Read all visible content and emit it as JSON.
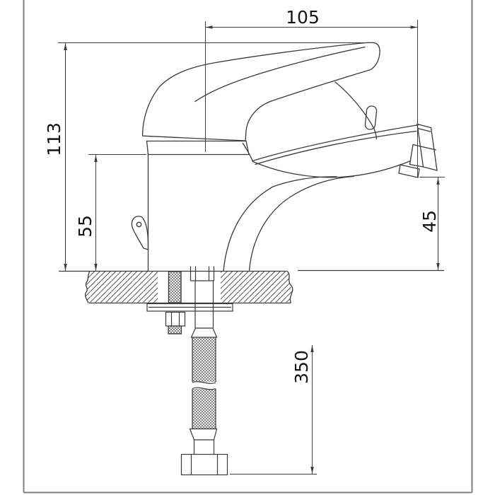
{
  "drawing": {
    "kind": "faucet-installation-dimension-drawing",
    "colors": {
      "background": "#ffffff",
      "line": "#3a3a3a",
      "frame": "#7f7f7f",
      "text": "#141414"
    },
    "dimensions": {
      "spout_reach": {
        "label": "105"
      },
      "overall_height": {
        "label": "113"
      },
      "body_height": {
        "label": "55"
      },
      "outlet_height": {
        "label": "45"
      },
      "hose_length": {
        "label": "350"
      }
    }
  }
}
